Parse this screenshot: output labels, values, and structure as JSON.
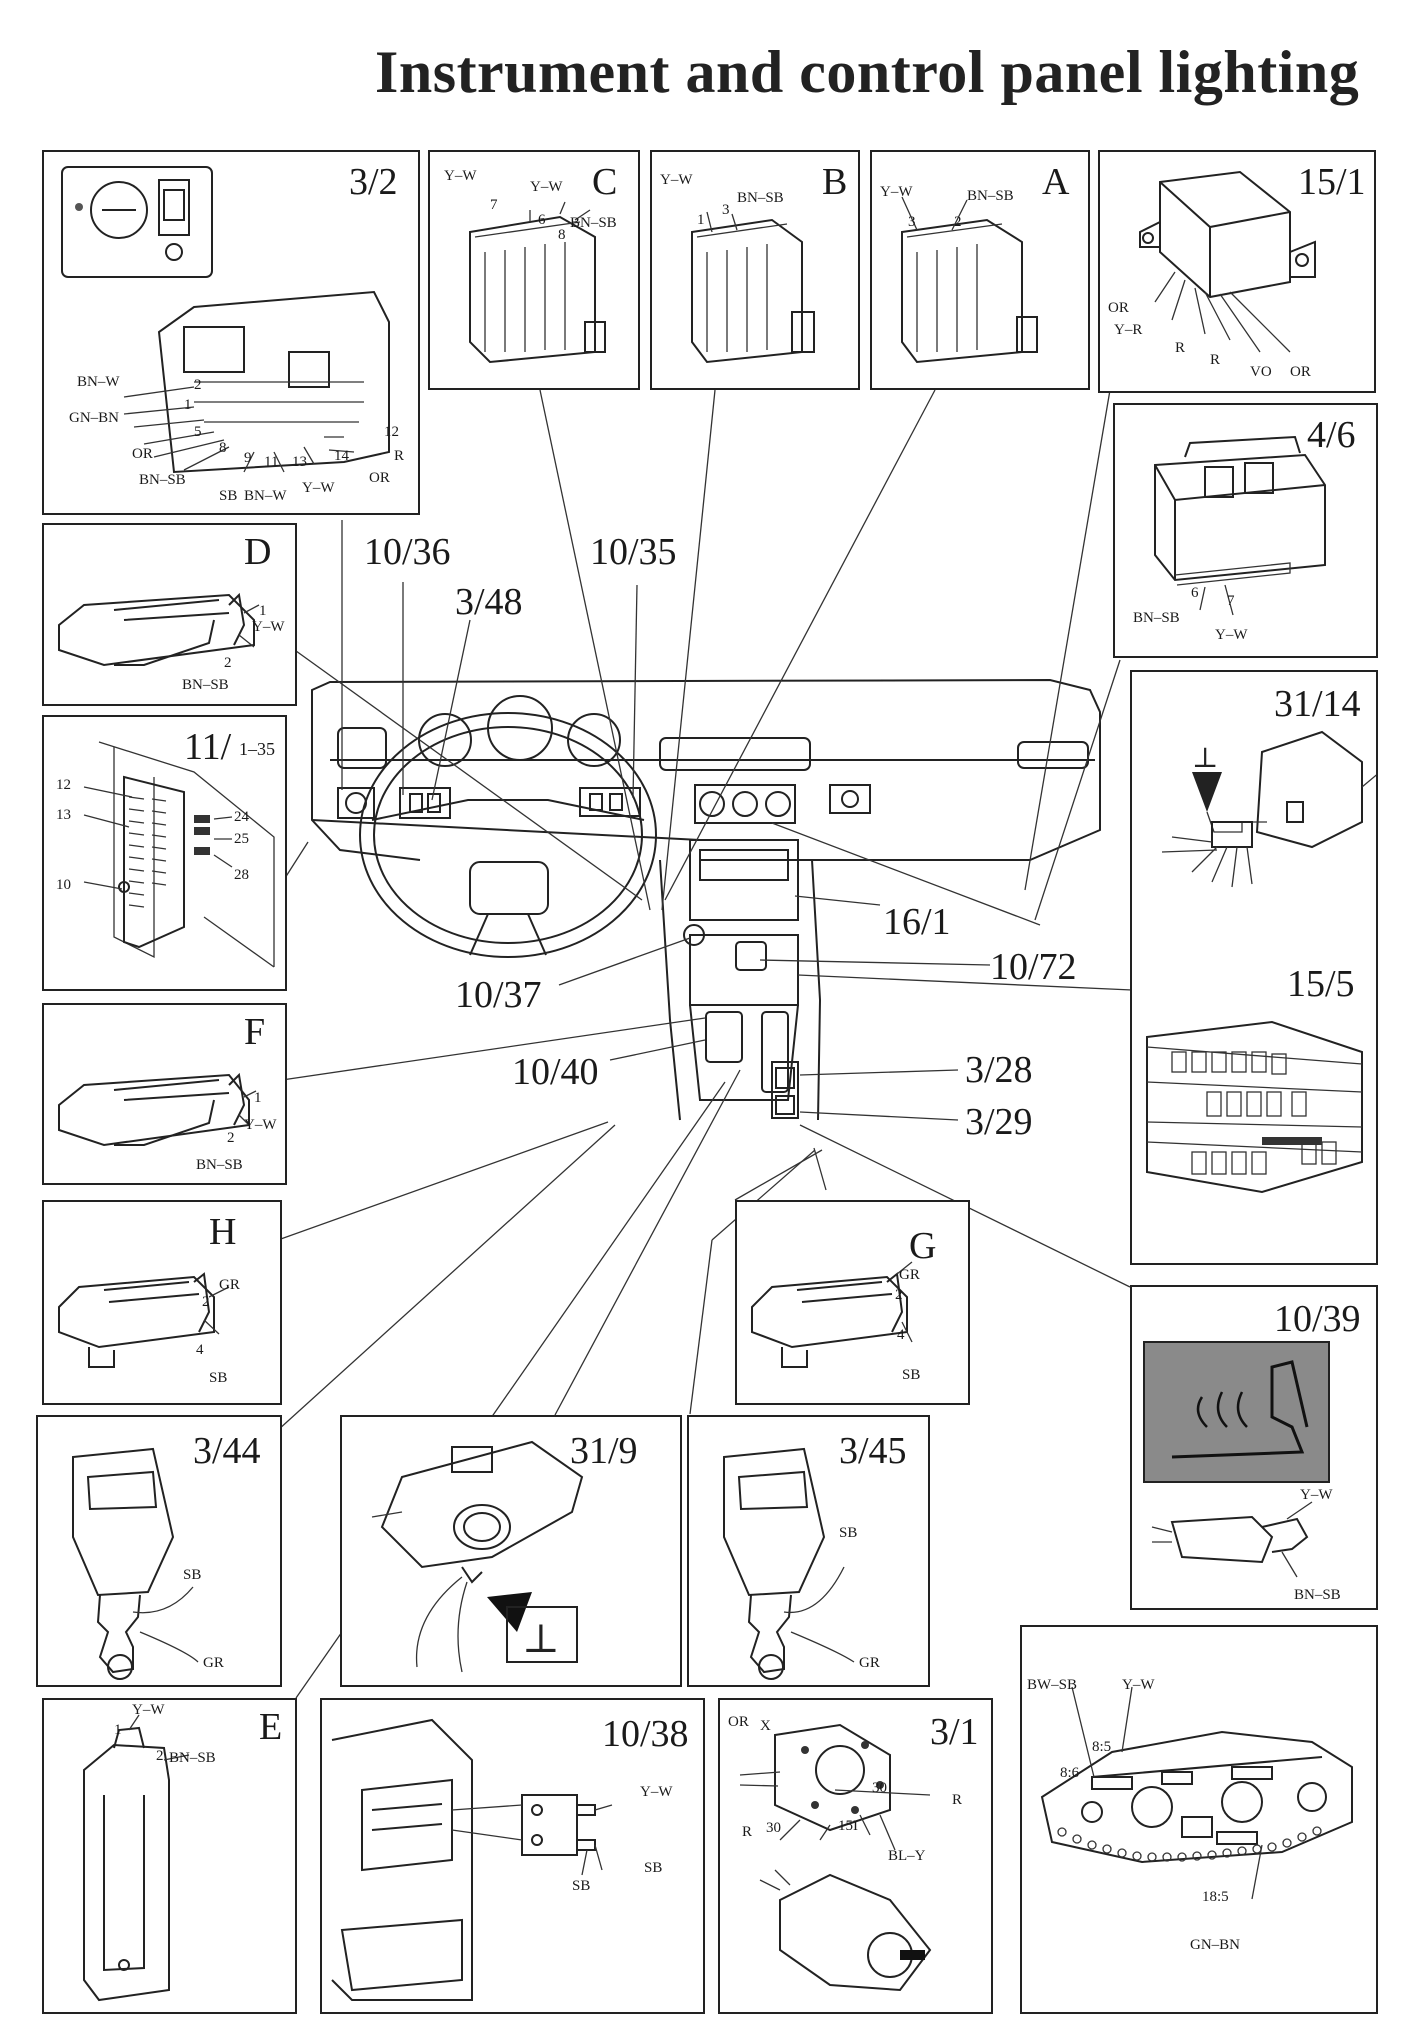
{
  "title": "Instrument and control panel lighting",
  "panels": {
    "p_3_2": {
      "label": "3/2",
      "wires": [
        "BN–W",
        "GN–BN",
        "OR",
        "BN–SB",
        "SB",
        "BN–W",
        "Y–W",
        "OR",
        "R"
      ],
      "pins": [
        "2",
        "1",
        "5",
        "8",
        "9",
        "11",
        "13",
        "14",
        "12"
      ]
    },
    "p_C": {
      "label": "C",
      "wires": [
        "Y–W",
        "Y–W",
        "BN–SB"
      ],
      "pins": [
        "7",
        "6",
        "8"
      ]
    },
    "p_B": {
      "label": "B",
      "wires": [
        "Y–W",
        "BN–SB"
      ],
      "pins": [
        "1",
        "3"
      ]
    },
    "p_A": {
      "label": "A",
      "wires": [
        "Y–W",
        "BN–SB"
      ],
      "pins": [
        "3",
        "2"
      ]
    },
    "p_15_1": {
      "label": "15/1",
      "wires": [
        "OR",
        "Y–R",
        "R",
        "R",
        "VO",
        "OR"
      ]
    },
    "p_4_6": {
      "label": "4/6",
      "wires": [
        "BN–SB",
        "Y–W"
      ],
      "pins": [
        "6",
        "7"
      ]
    },
    "p_D": {
      "label": "D",
      "wires": [
        "Y–W",
        "BN–SB"
      ],
      "pins": [
        "1",
        "2"
      ]
    },
    "p_11": {
      "label": "11/",
      "sub": "1–35",
      "pins": [
        "12",
        "13",
        "10",
        "24",
        "25",
        "28"
      ]
    },
    "p_31_14": {
      "label": "31/14",
      "symbol": "⊥"
    },
    "p_15_5": {
      "label": "15/5"
    },
    "p_F": {
      "label": "F",
      "wires": [
        "Y–W",
        "BN–SB"
      ],
      "pins": [
        "1",
        "2"
      ]
    },
    "p_H": {
      "label": "H",
      "wires": [
        "GR",
        "SB"
      ],
      "pins": [
        "2",
        "4"
      ]
    },
    "p_G": {
      "label": "G",
      "wires": [
        "GR",
        "SB"
      ],
      "pins": [
        "2",
        "4"
      ]
    },
    "p_10_39": {
      "label": "10/39",
      "wires": [
        "Y–W",
        "BN–SB"
      ]
    },
    "p_3_44": {
      "label": "3/44",
      "wires": [
        "SB",
        "GR"
      ]
    },
    "p_31_9": {
      "label": "31/9",
      "symbol": "⊥"
    },
    "p_3_45": {
      "label": "3/45",
      "wires": [
        "SB",
        "GR"
      ]
    },
    "p_E": {
      "label": "E",
      "wires": [
        "Y–W",
        "BN–SB"
      ],
      "pins": [
        "1",
        "2"
      ]
    },
    "p_10_38": {
      "label": "10/38",
      "wires": [
        "Y–W",
        "SB",
        "SB"
      ]
    },
    "p_3_1": {
      "label": "3/1",
      "wires": [
        "OR",
        "R",
        "R",
        "BL–Y"
      ],
      "pins": [
        "X",
        "30",
        "30",
        "15I"
      ]
    },
    "p_cluster": {
      "wires": [
        "BW–SB",
        "Y–W",
        "GN–BN"
      ],
      "pins": [
        "8:6",
        "8:5",
        "18:5"
      ]
    }
  },
  "callouts": [
    "10/36",
    "10/35",
    "3/48",
    "16/1",
    "10/37",
    "10/72",
    "10/40",
    "3/28",
    "3/29"
  ]
}
